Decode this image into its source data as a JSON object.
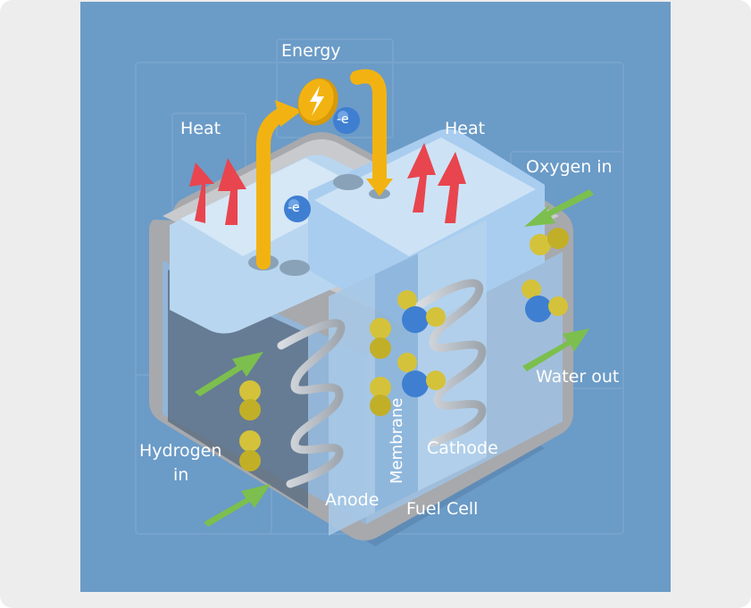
{
  "labels": {
    "energy": "Energy",
    "heat_left": "Heat",
    "heat_right": "Heat",
    "oxygen_in": "Oxygen in",
    "water_out": "Water out",
    "hydrogen_in_line1": "Hydrogen",
    "hydrogen_in_line2": "in",
    "anode": "Anode",
    "membrane": "Membrane",
    "cathode": "Cathode",
    "fuel_cell": "Fuel Cell",
    "electron_1": "-e",
    "electron_2": "-e"
  },
  "icons": {
    "energy": "lightning-bolt-icon"
  },
  "colors": {
    "background": "#6b9bc7",
    "card": "#ededed",
    "heat_arrows": "#e8454f",
    "flow_arrows": "#7cbf4e",
    "energy_wire": "#f2b312",
    "hydrogen_atom": "#d4c23a",
    "oxygen_atom": "#3f7fd1"
  }
}
